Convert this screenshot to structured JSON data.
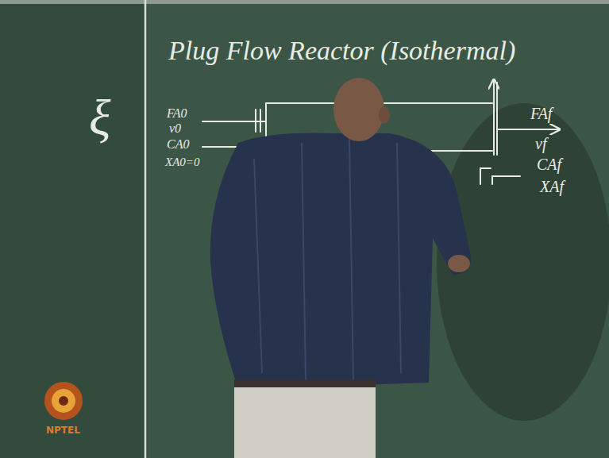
{
  "diagram": {
    "title": "Plug Flow Reactor (Isothermal)",
    "labels": [
      "ξ",
      "FA0",
      "v0",
      "CA0",
      "XA0=0",
      "FAf",
      "vf",
      "CAf",
      "XAf",
      "NPTEL"
    ]
  }
}
